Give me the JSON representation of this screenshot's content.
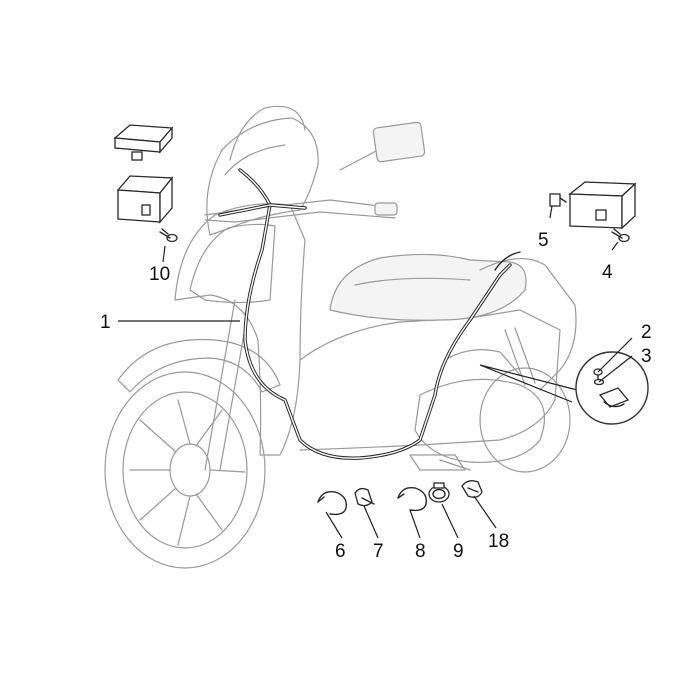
{
  "callouts": {
    "c1": "1",
    "c2": "2",
    "c3": "3",
    "c4": "4",
    "c5": "5",
    "c6": "6",
    "c7": "7",
    "c8": "8",
    "c9": "9",
    "c10": "10",
    "c18": "18"
  }
}
